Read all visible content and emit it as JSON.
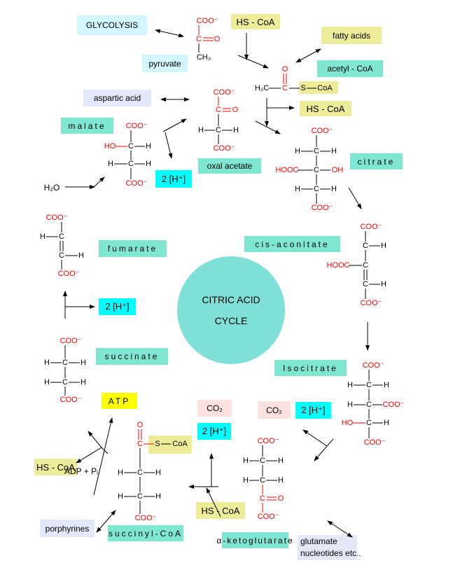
{
  "title": {
    "line1": "CITRIC ACID",
    "line2": "CYCLE"
  },
  "labels": {
    "glycolysis": "GLYCOLYSIS",
    "pyruvate": "pyruvate",
    "hscoa": "HS - CoA",
    "fatty_acids": "fatty acids",
    "acetyl_coa": "acetyl - CoA",
    "aspartic_acid": "aspartic acid",
    "malate": "malate",
    "oxal_acetate": "oxal acetate",
    "citrate": "citrate",
    "cis_aconitate": "cis-aconitate",
    "fumarate": "fumarate",
    "succinate": "succinate",
    "isocitrate": "Isocitrate",
    "atp": "ATP",
    "co2": "CO₂",
    "two_h": "2 [H⁺]",
    "adp_pi": "ADP + Pᵢ",
    "h2o": "H₂O",
    "porphyrines": "porphyrines",
    "succinyl_coa": "succinyl-CoA",
    "alpha_ketoglutarate": "α-ketoglutarate",
    "glutamate_line1": "glutamate",
    "glutamate_line2": "nucleotides etc.."
  },
  "atoms": {
    "coo": "COO⁻",
    "h": "H",
    "c": "C",
    "o": "O",
    "ho": "HO",
    "oh": "OH",
    "hooc": "HOOC",
    "ch3": "CH₃",
    "h3c": "H₃C",
    "s": "S",
    "coa": "CoA"
  },
  "colors": {
    "enzyme_box": "#7fe6d2",
    "cofactor_box": "#eded99",
    "h_box": "#00ffff",
    "co2_box": "#fde0e0",
    "atp_box": "#ffff00",
    "cycle_circle": "#7fe0d8",
    "carboxyl": "#ff0000"
  }
}
